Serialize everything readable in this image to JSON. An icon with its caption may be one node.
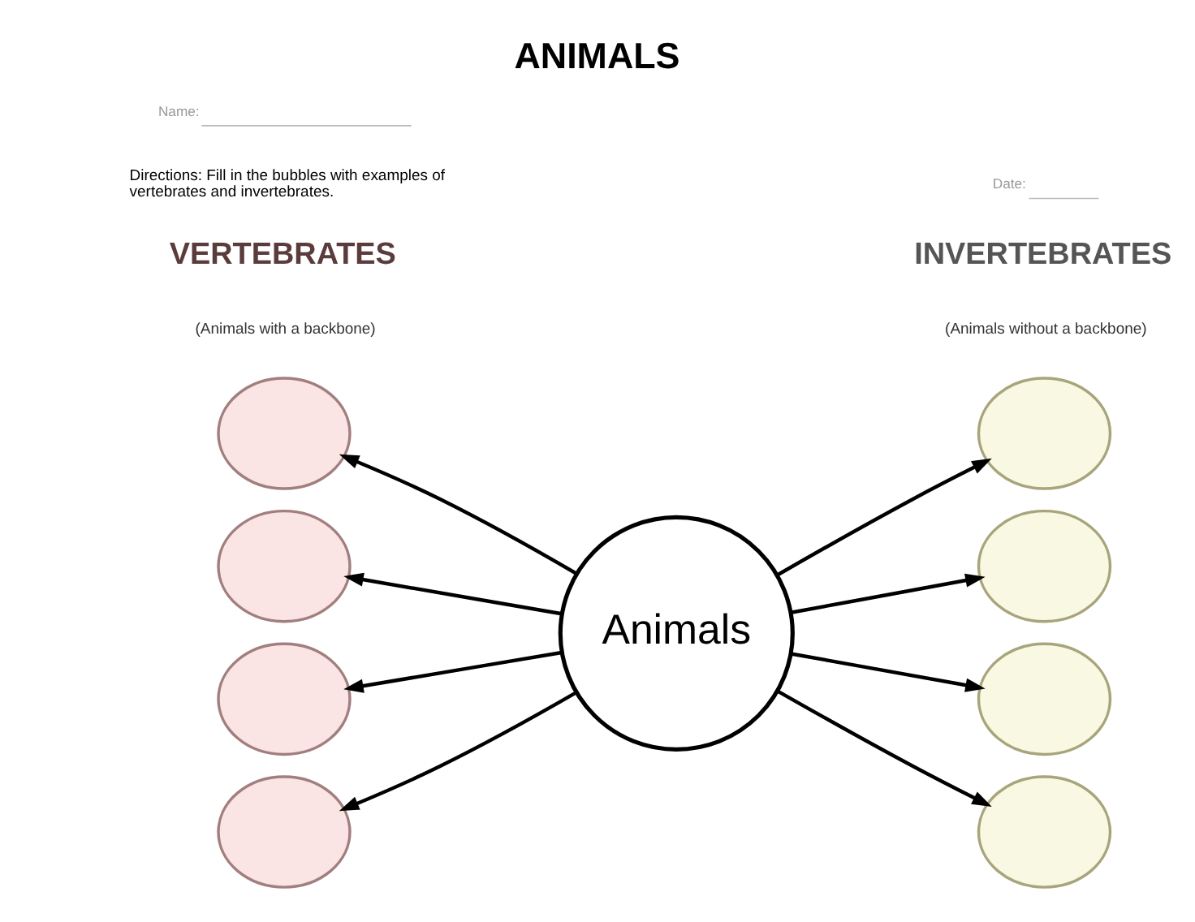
{
  "diagram": {
    "title": "ANIMALS",
    "nodes": [
      {
        "text": [
          "Animals"
        ]
      },
      {
        "text": [],
        "shape": "circle"
      },
      {
        "text": [],
        "shape": "circle"
      },
      {
        "text": [],
        "shape": "circle"
      },
      {
        "text": [],
        "shape": "circle"
      },
      {
        "text": [],
        "shape": "circle"
      },
      {
        "text": [],
        "shape": "circle"
      },
      {
        "text": [],
        "shape": "circle"
      },
      {
        "text": [],
        "shape": "circle"
      }
    ],
    "edges": [
      {
        "from": 0,
        "to": 1,
        "arrow": "to"
      },
      {
        "from": 0,
        "to": 2,
        "arrow": "to"
      },
      {
        "from": 0,
        "to": 3,
        "arrow": "to"
      },
      {
        "from": 0,
        "to": 4,
        "arrow": "to"
      },
      {
        "from": 0,
        "to": 5,
        "arrow": "to"
      },
      {
        "from": 0,
        "to": 6,
        "arrow": "to"
      },
      {
        "from": 0,
        "to": 7,
        "arrow": "to"
      },
      {
        "from": 0,
        "to": 8,
        "arrow": "to"
      }
    ],
    "labels": [
      "Name:",
      "Date:",
      "Directions: Fill in the bubbles with examples of vertebrates and invertebrates.",
      "VERTEBRATES",
      "INVERTEBRATES",
      "(Animals with a backbone)",
      "(Animals without a backbone)"
    ]
  }
}
